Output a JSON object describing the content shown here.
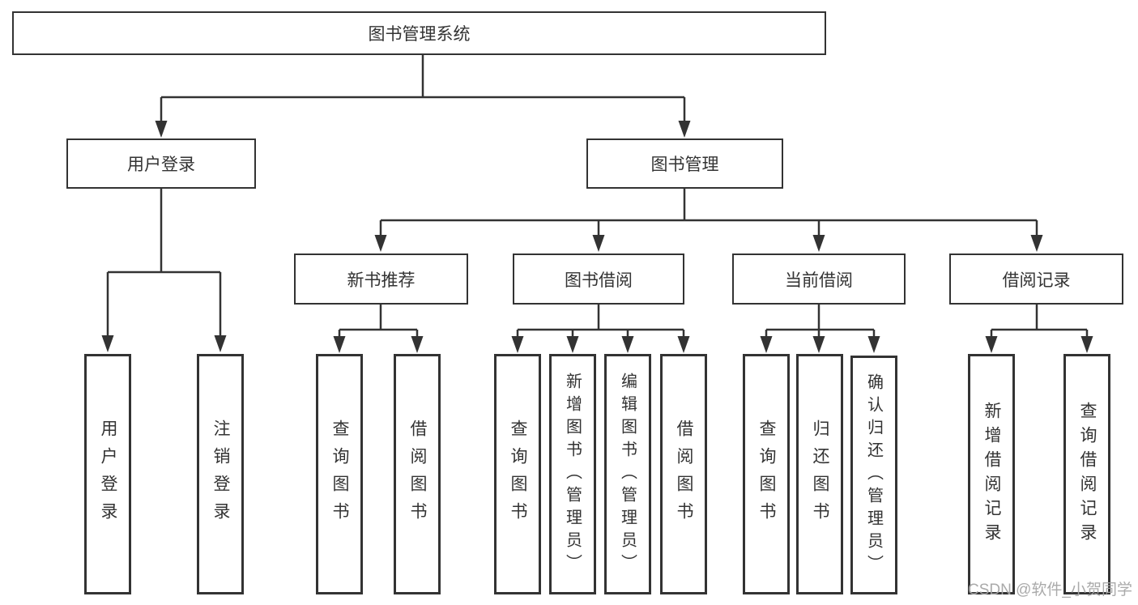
{
  "diagram": {
    "colors": {
      "background": "#ffffff",
      "line": "#333333",
      "box_border": "#333333",
      "text": "#333333",
      "watermark": "#a5a5a5"
    },
    "tree": {
      "label": "图书管理系统",
      "children": [
        {
          "label": "用户登录",
          "children": [
            {
              "label": "用户登录"
            },
            {
              "label": "注销登录"
            }
          ]
        },
        {
          "label": "图书管理",
          "children": [
            {
              "label": "新书推荐",
              "children": [
                {
                  "label": "查询图书"
                },
                {
                  "label": "借阅图书"
                }
              ]
            },
            {
              "label": "图书借阅",
              "children": [
                {
                  "label": "查询图书"
                },
                {
                  "label": "新增图书（管理员）"
                },
                {
                  "label": "编辑图书（管理员）"
                },
                {
                  "label": "借阅图书"
                }
              ]
            },
            {
              "label": "当前借阅",
              "children": [
                {
                  "label": "查询图书"
                },
                {
                  "label": "归还图书"
                },
                {
                  "label": "确认归还（管理员）"
                }
              ]
            },
            {
              "label": "借阅记录",
              "children": [
                {
                  "label": "新增借阅记录"
                },
                {
                  "label": "查询借阅记录"
                }
              ]
            }
          ]
        }
      ]
    },
    "watermark": {
      "text": "CSDN @软件_小贺同学"
    }
  }
}
